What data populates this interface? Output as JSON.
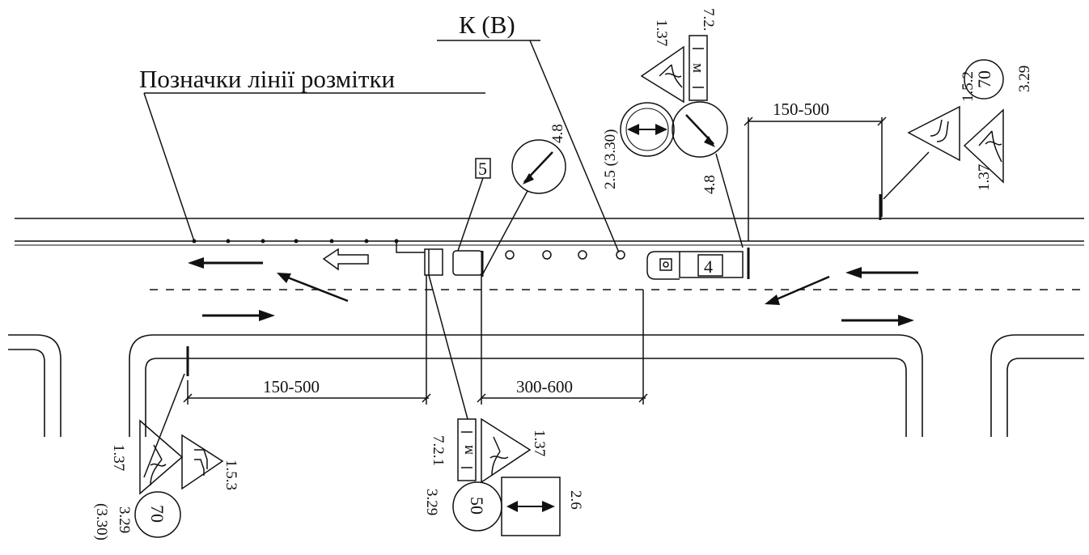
{
  "title_label": "Позначки лінії розмітки",
  "marker_label": "К (В)",
  "vehicle_number": "4",
  "sign_small_number": "5",
  "dimensions": {
    "top_right": "150-500",
    "bottom_left": "150-500",
    "bottom_mid": "300-600"
  },
  "signs": {
    "top_center": {
      "code_137": "1.37",
      "code_72": "7.2.",
      "code_25": "2.5 (3.30)",
      "code_48": "4.8",
      "plate_text": "м"
    },
    "top_left_48": "4.8",
    "top_right": {
      "code_152": "1.5.2",
      "code_137": "1.37",
      "speed": "70",
      "code_329": "3.29"
    },
    "bottom_left": {
      "code_137": "1.37",
      "code_153": "1.5.3",
      "speed": "70",
      "code_329": "3.29",
      "code_330": "(3.30)"
    },
    "bottom_center": {
      "code_721": "7.2.1",
      "code_137": "1.37",
      "speed": "50",
      "code_329": "3.29",
      "code_26": "2.6",
      "plate_text": "м"
    }
  }
}
